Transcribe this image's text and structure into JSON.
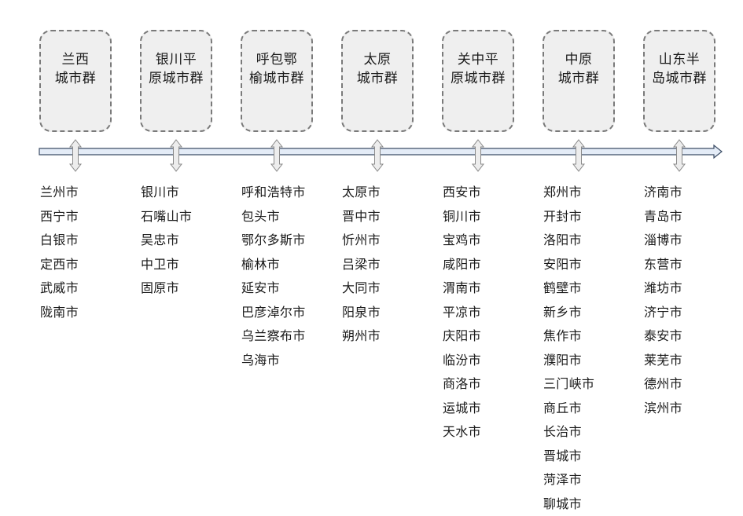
{
  "clusters": [
    {
      "name_line1": "兰西",
      "name_line2": "城市群",
      "cities": [
        "兰州市",
        "西宁市",
        "白银市",
        "定西市",
        "武威市",
        "陇南市"
      ]
    },
    {
      "name_line1": "银川平",
      "name_line2": "原城市群",
      "cities": [
        "银川市",
        "石嘴山市",
        "吴忠市",
        "中卫市",
        "固原市"
      ]
    },
    {
      "name_line1": "呼包鄂",
      "name_line2": "榆城市群",
      "cities": [
        "呼和浩特市",
        "包头市",
        "鄂尔多斯市",
        "榆林市",
        "延安市",
        "巴彦淖尔市",
        "乌兰察布市",
        "乌海市"
      ]
    },
    {
      "name_line1": "太原",
      "name_line2": "城市群",
      "cities": [
        "太原市",
        "晋中市",
        "忻州市",
        "吕梁市",
        "大同市",
        "阳泉市",
        "朔州市"
      ]
    },
    {
      "name_line1": "关中平",
      "name_line2": "原城市群",
      "cities": [
        "西安市",
        "铜川市",
        "宝鸡市",
        "咸阳市",
        "渭南市",
        "平凉市",
        "庆阳市",
        "临汾市",
        "商洛市",
        "运城市",
        "天水市"
      ]
    },
    {
      "name_line1": "中原",
      "name_line2": "城市群",
      "cities": [
        "郑州市",
        "开封市",
        "洛阳市",
        "安阳市",
        "鹤壁市",
        "新乡市",
        "焦作市",
        "濮阳市",
        "三门峡市",
        "商丘市",
        "长治市",
        "晋城市",
        "菏泽市",
        "聊城市"
      ]
    },
    {
      "name_line1": "山东半",
      "name_line2": "岛城市群",
      "cities": [
        "济南市",
        "青岛市",
        "淄博市",
        "东营市",
        "潍坊市",
        "济宁市",
        "泰安市",
        "莱芜市",
        "德州市",
        "滨州市"
      ]
    }
  ],
  "colors": {
    "box_border": "#7a7a7a",
    "box_fill": "#efefef",
    "axis_fill": "#e4ecf7",
    "axis_stroke": "#3c4d66",
    "connector_fill": "#ededed",
    "connector_stroke": "#8a8a8a"
  }
}
